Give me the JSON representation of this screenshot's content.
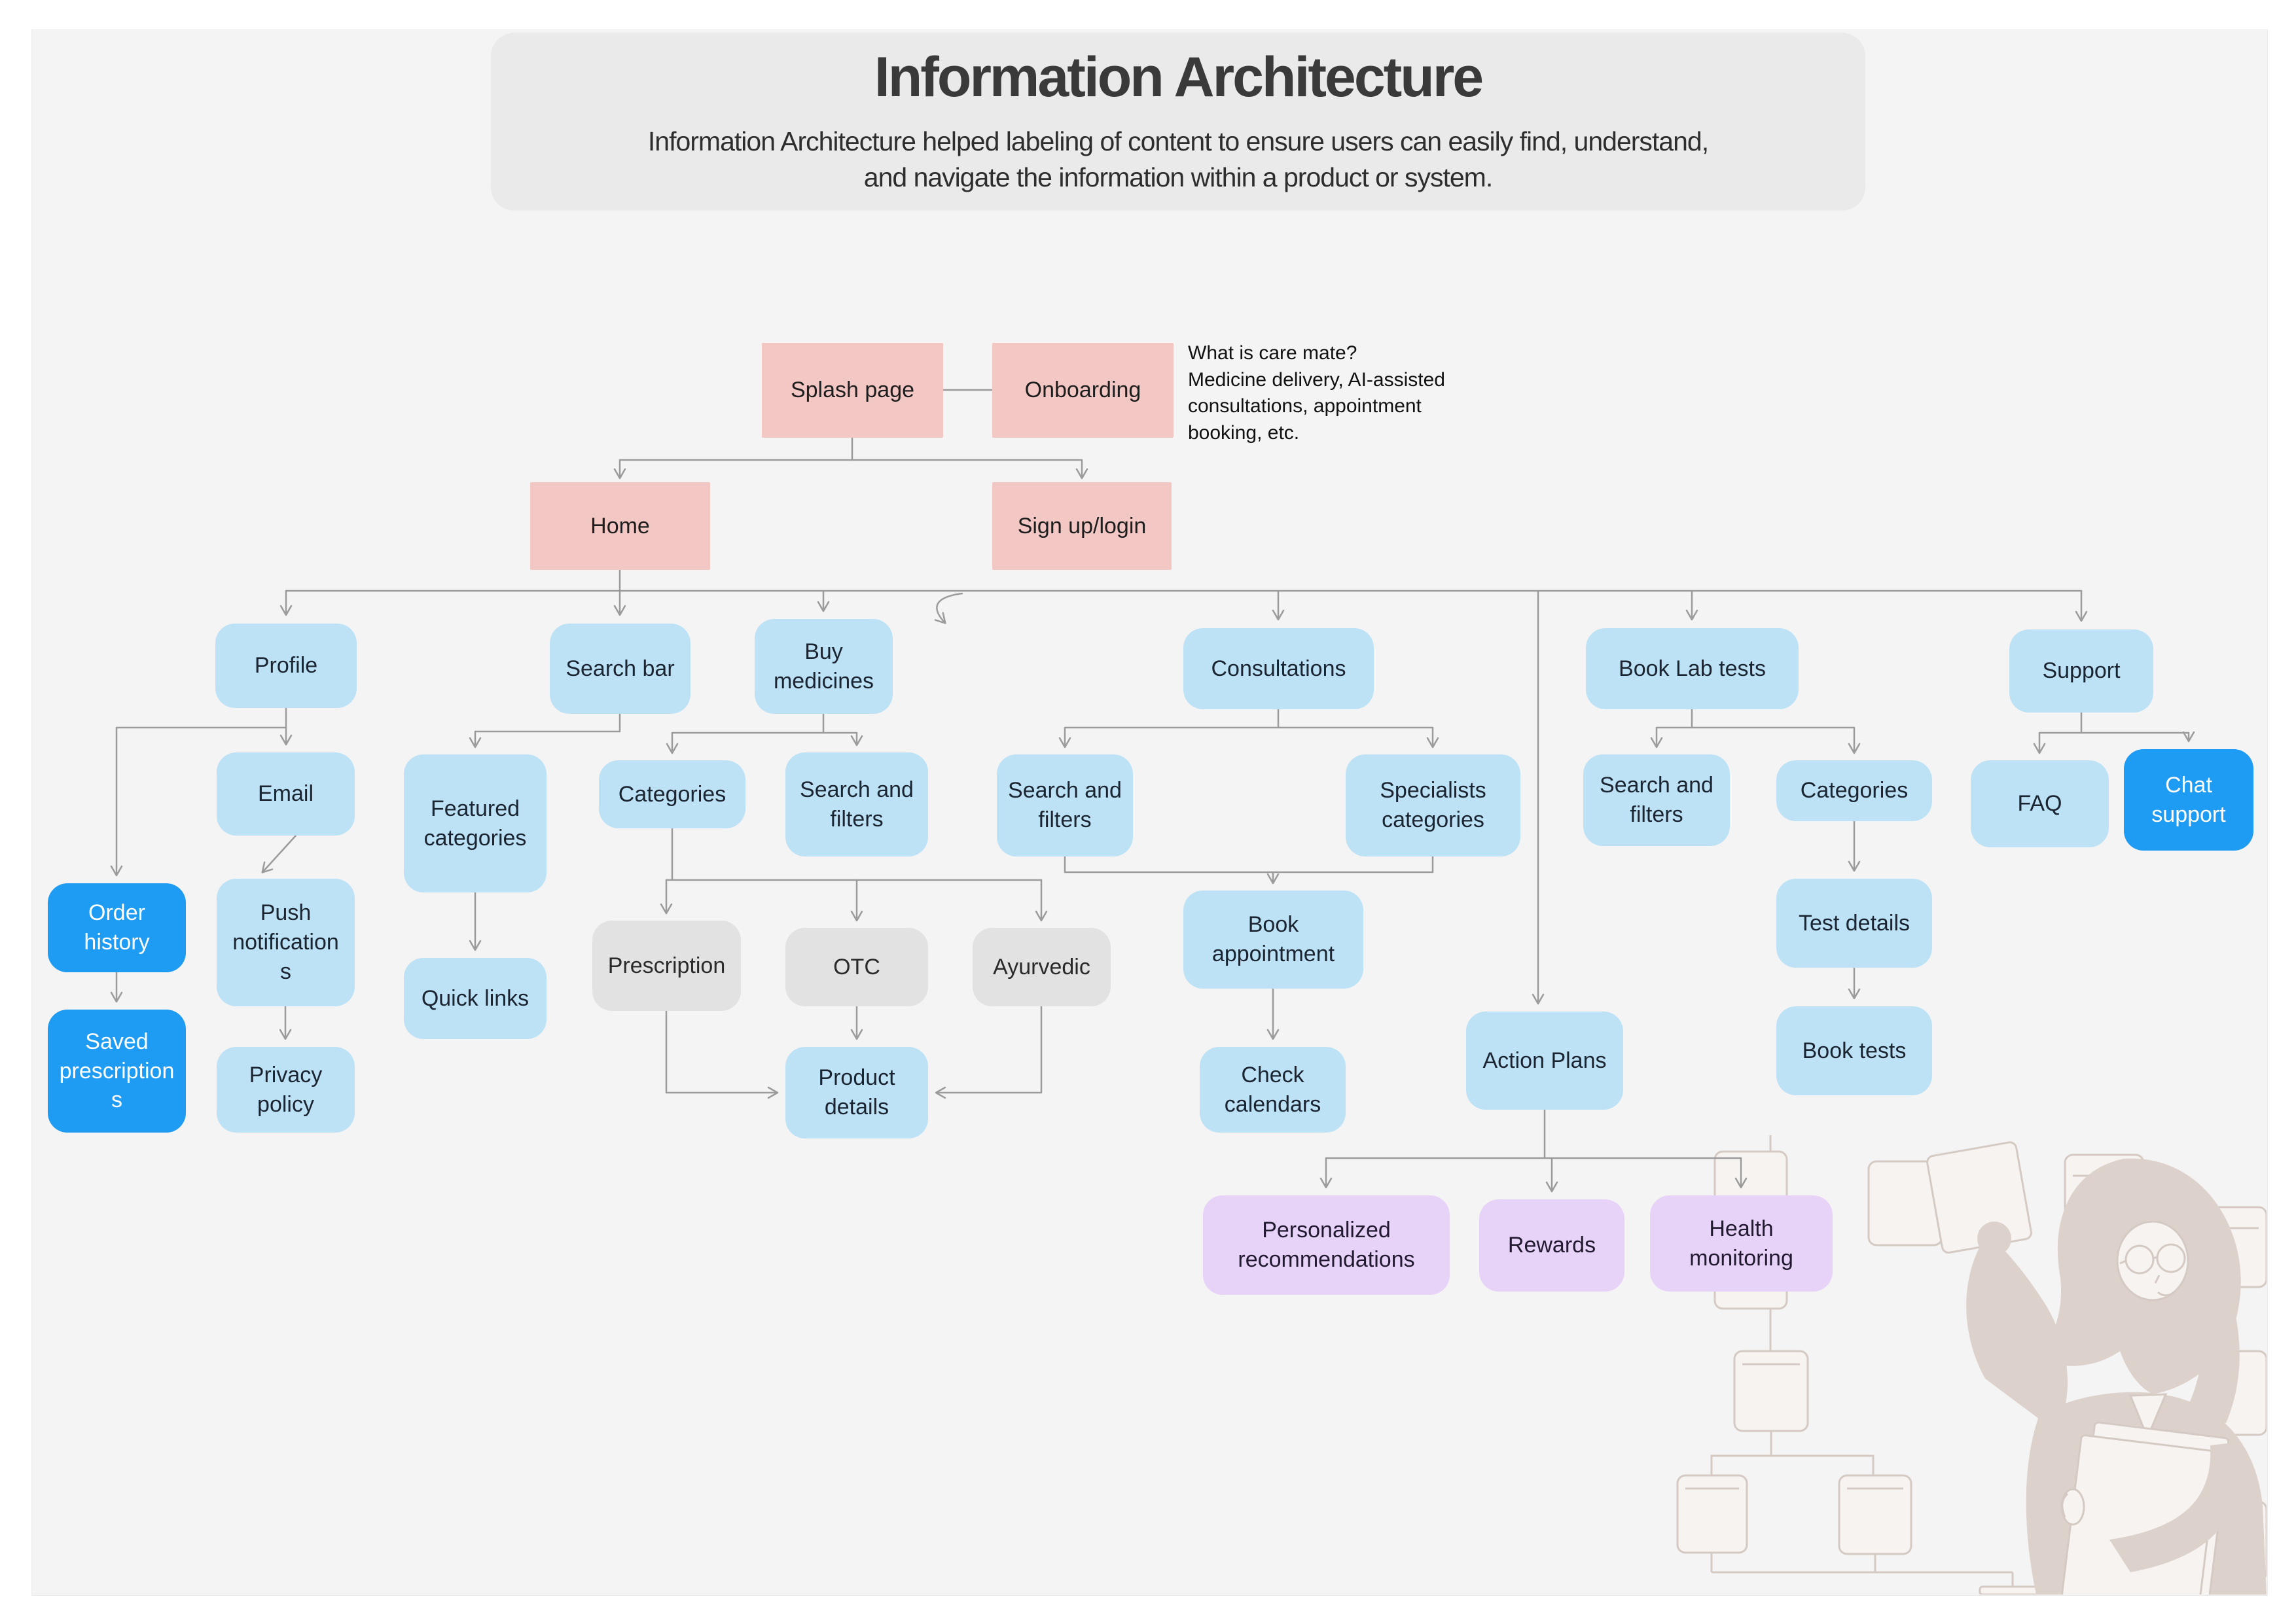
{
  "header": {
    "title": "Information Architecture",
    "subtitle": "Information Architecture helped labeling of content to ensure users can easily find, understand, and navigate the information within a product or system."
  },
  "annotation": {
    "text": "What is care mate?\nMedicine delivery, AI-assisted\nconsultations, appointment\nbooking, etc."
  },
  "nodes": {
    "splash": {
      "label": "Splash page"
    },
    "onboarding": {
      "label": "Onboarding"
    },
    "home": {
      "label": "Home"
    },
    "signup": {
      "label": "Sign up/login"
    },
    "profile": {
      "label": "Profile"
    },
    "search_bar": {
      "label": "Search bar"
    },
    "buy_medicines": {
      "label": "Buy medicines"
    },
    "consultations": {
      "label": "Consultations"
    },
    "book_lab_tests": {
      "label": "Book Lab tests"
    },
    "support": {
      "label": "Support"
    },
    "email": {
      "label": "Email"
    },
    "order_history": {
      "label": "Order history"
    },
    "saved_prescriptions": {
      "label": "Saved prescriptions"
    },
    "push_notifications": {
      "label": "Push notifications"
    },
    "privacy_policy": {
      "label": "Privacy policy"
    },
    "featured_categories": {
      "label": "Featured categories"
    },
    "quick_links": {
      "label": "Quick links"
    },
    "categories_medicines": {
      "label": "Categories"
    },
    "search_filters_medicines": {
      "label": "Search and filters"
    },
    "prescription": {
      "label": "Prescription"
    },
    "otc": {
      "label": "OTC"
    },
    "ayurvedic": {
      "label": "Ayurvedic"
    },
    "product_details": {
      "label": "Product details"
    },
    "search_filters_consultations": {
      "label": "Search and filters"
    },
    "specialists_categories": {
      "label": "Specialists categories"
    },
    "book_appointment": {
      "label": "Book appointment"
    },
    "check_calendars": {
      "label": "Check calendars"
    },
    "action_plans": {
      "label": "Action Plans"
    },
    "personalized_recommendations": {
      "label": "Personalized recommendations"
    },
    "rewards": {
      "label": "Rewards"
    },
    "health_monitoring": {
      "label": "Health monitoring"
    },
    "search_filters_labs": {
      "label": "Search and filters"
    },
    "categories_labs": {
      "label": "Categories"
    },
    "test_details": {
      "label": "Test details"
    },
    "book_tests": {
      "label": "Book tests"
    },
    "faq": {
      "label": "FAQ"
    },
    "chat_support": {
      "label": "Chat support"
    }
  },
  "colors": {
    "canvas": "#f5f4f4",
    "banner": "#ebeaea",
    "pink": "#f3c7c3",
    "light_blue": "#bde2f6",
    "bright_blue": "#1e9bf2",
    "gray": "#e3e2e2",
    "purple": "#e8d3f8",
    "line": "#9b9b9b",
    "ill_outline": "#d5cac3",
    "ill_fill": "#ddd2cb",
    "ill_paper": "#f6f3f1"
  }
}
